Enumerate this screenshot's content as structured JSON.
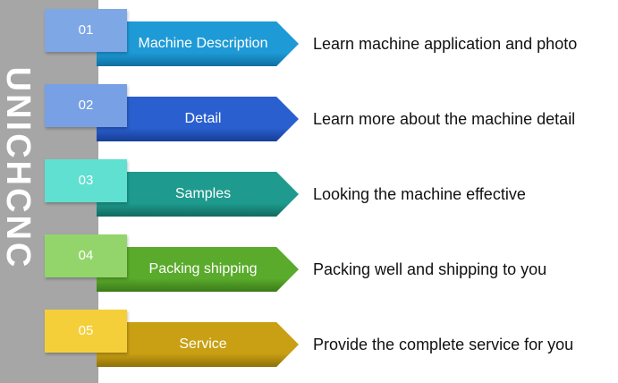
{
  "brand": "UNICHCNC",
  "steps": [
    {
      "number": "01",
      "title": "Machine Description",
      "description": "Learn machine application and photo",
      "tab_color": "#7ea7e6",
      "arrow_color": "#1e9ad6",
      "arrow_shadow": "#0f6fa0"
    },
    {
      "number": "02",
      "title": "Detail",
      "description": "Learn more about the machine detail",
      "tab_color": "#78a0e4",
      "arrow_color": "#2a5fd0",
      "arrow_shadow": "#163e94"
    },
    {
      "number": "03",
      "title": "Samples",
      "description": "Looking the machine effective",
      "tab_color": "#5fe0d0",
      "arrow_color": "#1e9b8e",
      "arrow_shadow": "#12695f"
    },
    {
      "number": "04",
      "title": "Packing shipping",
      "description": "Packing well and shipping to you",
      "tab_color": "#93d56a",
      "arrow_color": "#5aab2c",
      "arrow_shadow": "#3b7a18"
    },
    {
      "number": "05",
      "title": "Service",
      "description": "Provide the complete service for you",
      "tab_color": "#f5cf3a",
      "arrow_color": "#c9a013",
      "arrow_shadow": "#8e700a"
    }
  ]
}
